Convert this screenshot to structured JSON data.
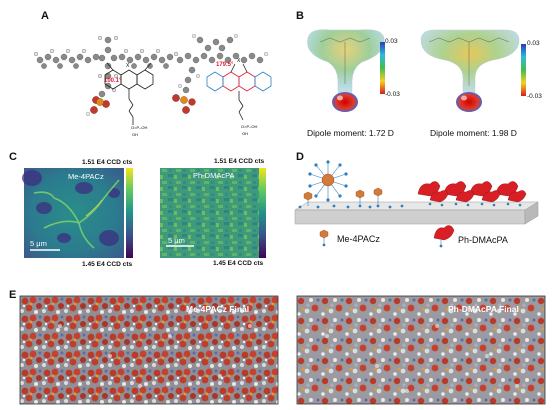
{
  "panels": {
    "A": {
      "letter": "A",
      "angle_left": "100.1°",
      "angle_right": "179.5°",
      "chem_label": "OH"
    },
    "B": {
      "letter": "B",
      "colorbar_max": "0.03",
      "colorbar_min": "-0.03",
      "dipole_left": "Dipole moment: 1.72 D",
      "dipole_right": "Dipole moment: 1.98 D"
    },
    "C": {
      "letter": "C",
      "top_left": "1.51 E4 CCD cts",
      "top_right": "1.51 E4 CCD cts",
      "bottom_left": "1.45 E4 CCD cts",
      "bottom_right": "1.45 E4 CCD cts",
      "label_left": "Me-4PACz",
      "label_right": "Ph-DMAcPA",
      "scalebar_left": "5 μm",
      "scalebar_right": "5 μm"
    },
    "D": {
      "letter": "D",
      "legend_left": "Me-4PACz",
      "legend_right": "Ph-DMAcPA"
    },
    "E": {
      "letter": "E",
      "title_left": "Me-4PACz Final",
      "title_right": "Ph-DMAcPA Final"
    }
  },
  "colors": {
    "viridis_top": "#f3e41c",
    "viridis_mid": "#20928c",
    "viridis_bottom": "#440154",
    "molecule_red": "#c0392b",
    "me4pacz_orange": "#d47a3a",
    "phosphonate_blue": "#2f7fc1"
  }
}
